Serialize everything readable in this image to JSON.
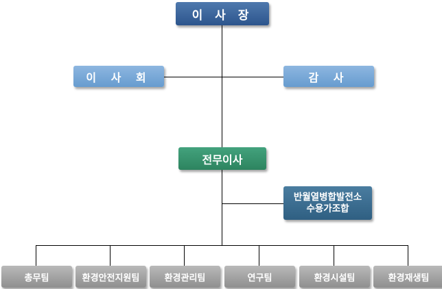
{
  "chart": {
    "chairman": "이 사 장",
    "board": "이 사 회",
    "auditor": "감 사",
    "executive_director": "전무이사",
    "union": {
      "line1": "반월열병합발전소",
      "line2": "수용가조합"
    },
    "teams": [
      "총무팀",
      "환경안전지원팀",
      "환경관리팀",
      "연구팀",
      "환경시설팀",
      "환경재생팀"
    ]
  },
  "colors": {
    "chairman": "#3a659b",
    "board_auditor": "#78a8d8",
    "executive": "#35936d",
    "union": "#3c6e91",
    "teams": "#a3a3a3",
    "connector": "#000000"
  }
}
